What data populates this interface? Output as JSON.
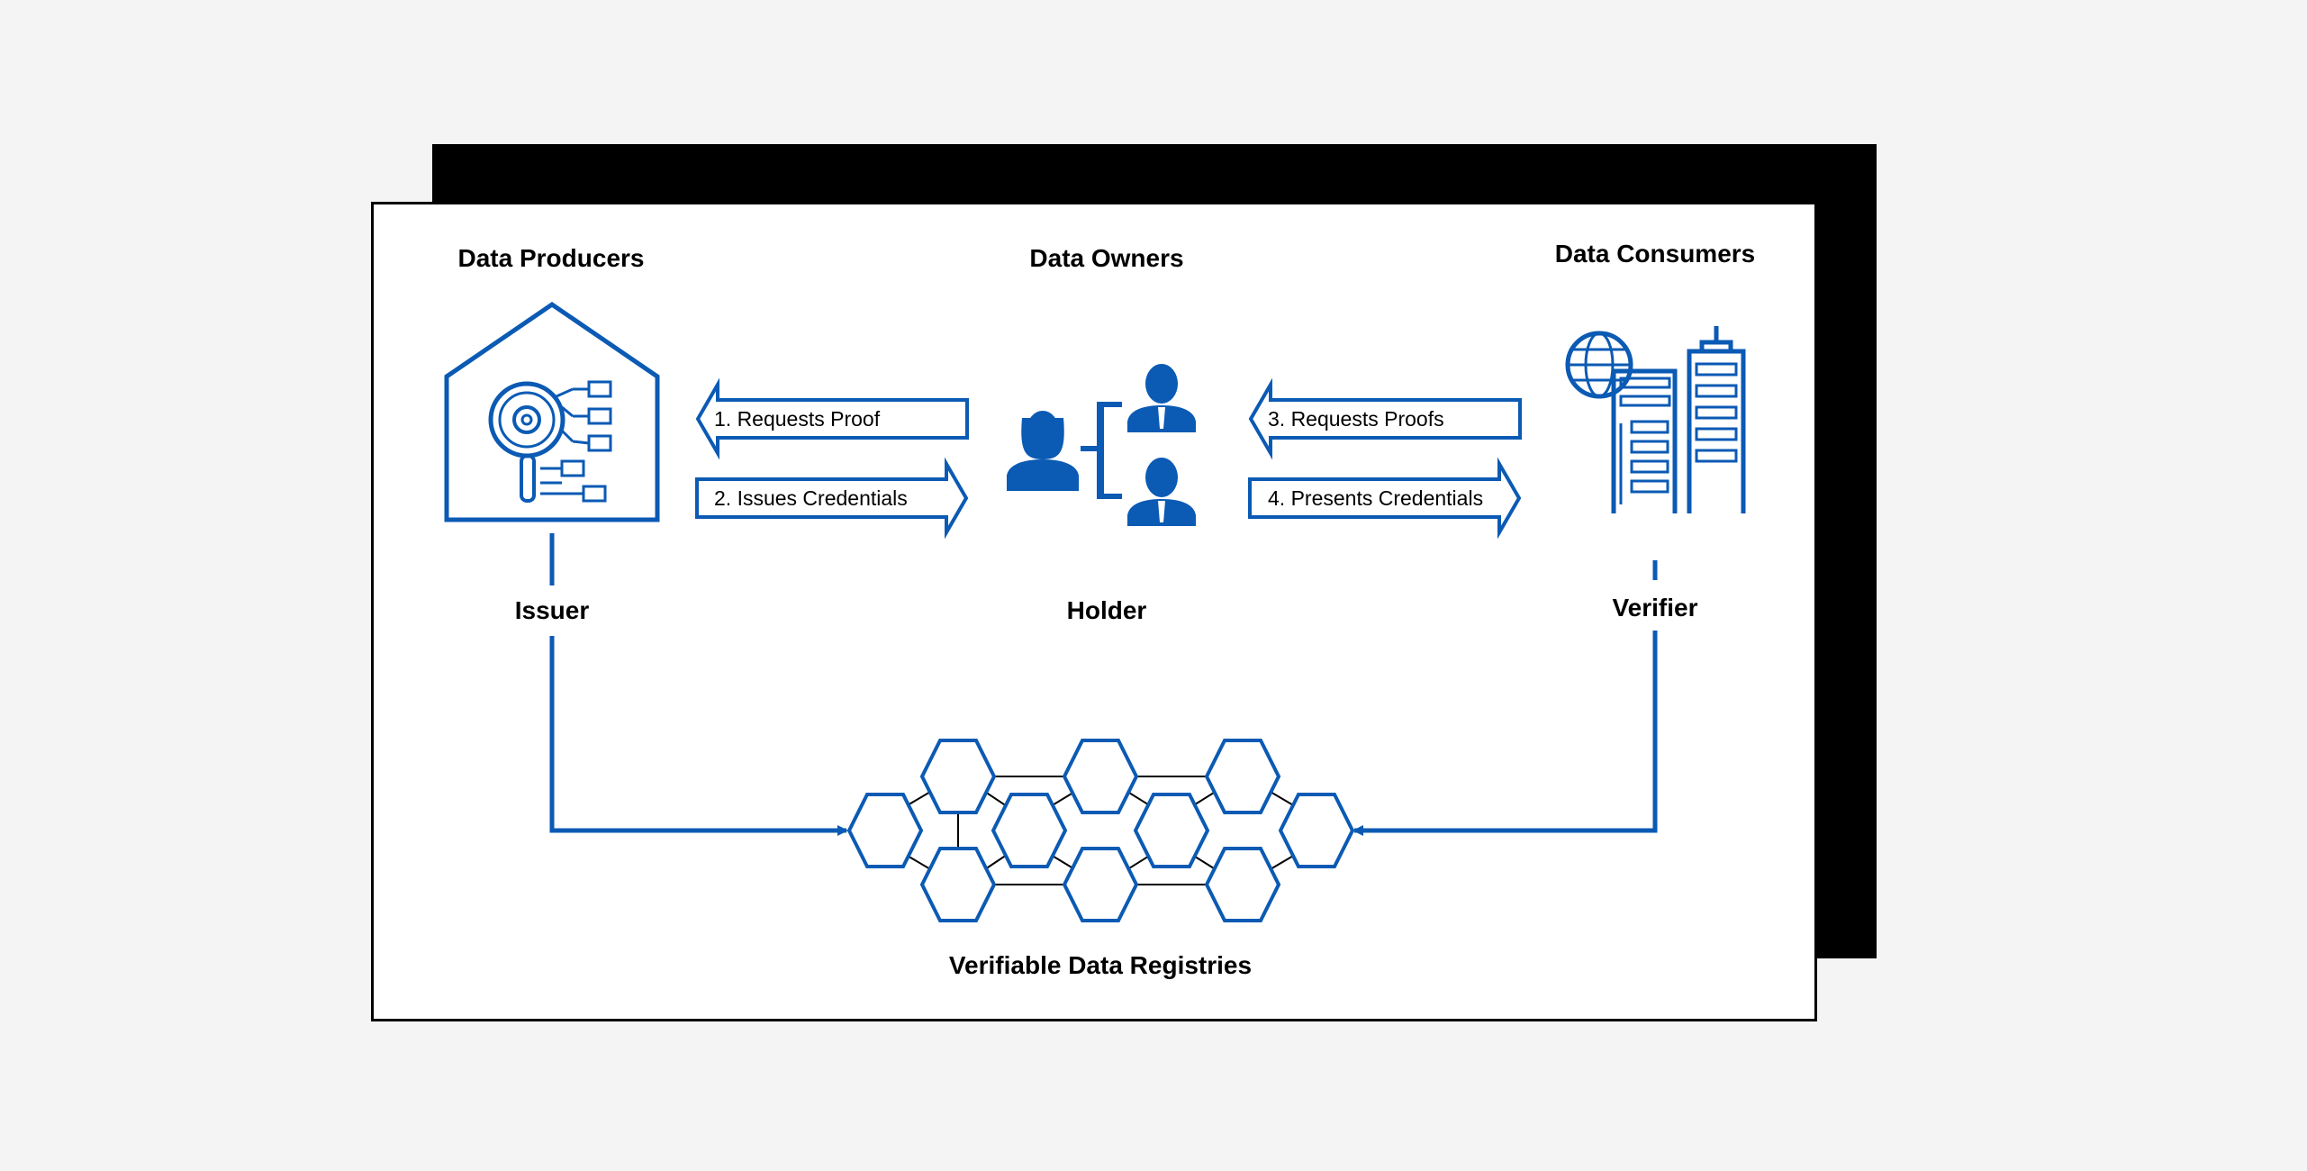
{
  "groups": {
    "producers": "Data Producers",
    "owners": "Data Owners",
    "consumers": "Data Consumers"
  },
  "roles": {
    "issuer": "Issuer",
    "holder": "Holder",
    "verifier": "Verifier"
  },
  "flows": {
    "requests_proof": "1. Requests Proof",
    "issues_credentials": "2. Issues Credentials",
    "requests_proofs": "3. Requests Proofs",
    "presents_credentials": "4. Presents Credentials"
  },
  "registry": {
    "label": "Verifiable Data Registries"
  },
  "colors": {
    "accent": "#0b5ab4",
    "shadow": "#000000",
    "background": "#f4f4f4"
  },
  "icons": {
    "issuer": "house-gear-network-icon",
    "holder": "people-hierarchy-icon",
    "verifier": "globe-buildings-icon",
    "registry": "hexagon-network-icon"
  }
}
